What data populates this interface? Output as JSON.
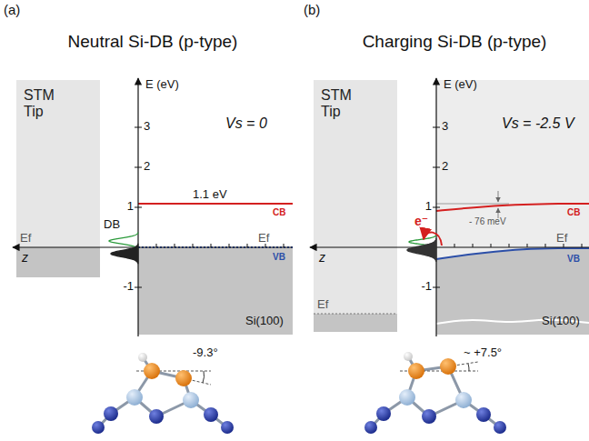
{
  "diagram": {
    "nodes": [
      {
        "text": [
          "STM Tip"
        ]
      },
      {
        "text": [
          "STM Tip"
        ]
      }
    ],
    "labels": [
      "(a)",
      "Neutral Si-DB (p-type)",
      "E (eV)",
      "3",
      "2",
      "1",
      "-1",
      "Vs = 0",
      "DB",
      "Ef",
      "1.1 eV",
      "CB",
      "Ef",
      "VB",
      "z",
      "Si(100)",
      "-9.3°",
      "(b)",
      "Charging Si-DB (p-type)",
      "E (eV)",
      "3",
      "2",
      "1",
      "-1",
      "Vs = -2.5 V",
      "CB",
      "- 76 meV",
      "e⁻",
      "Ef",
      "Ef",
      "VB",
      "z",
      "Si(100)",
      "~ +7.5°"
    ]
  }
}
